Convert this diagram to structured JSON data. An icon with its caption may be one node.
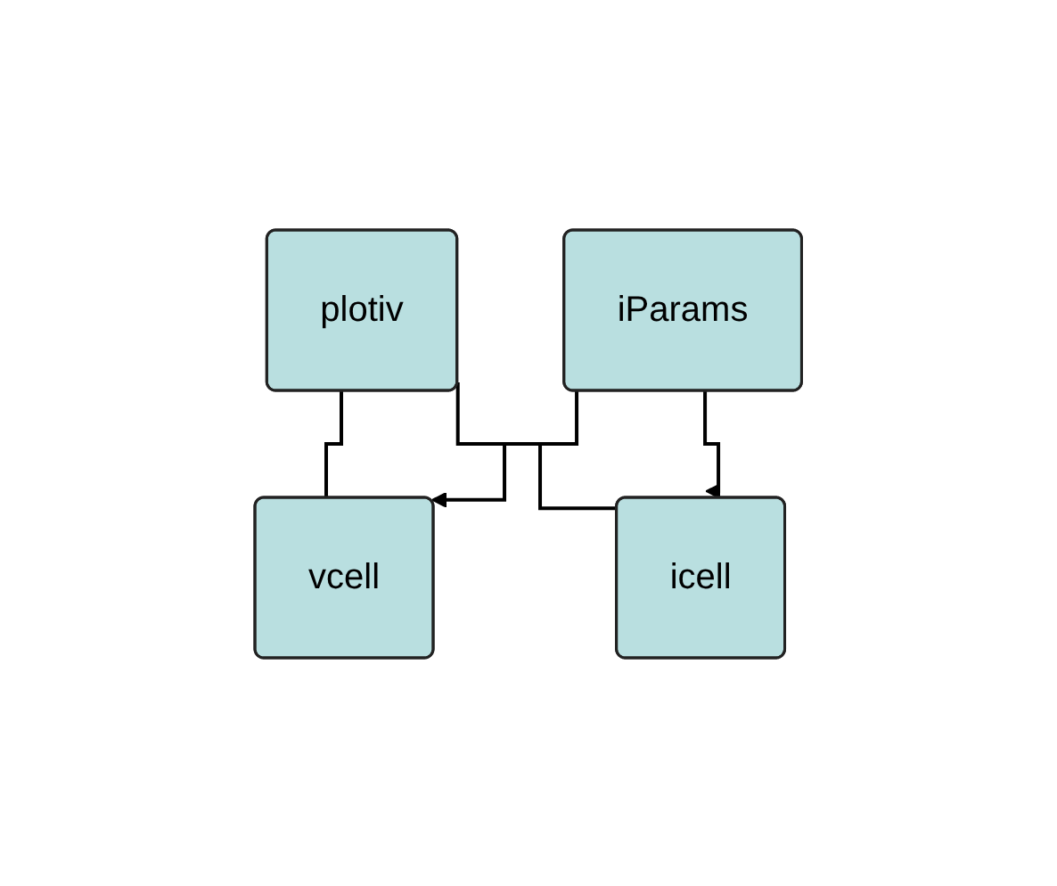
{
  "diagram": {
    "nodes": [
      {
        "text": [
          "plotiv"
        ]
      },
      {
        "text": [
          "vcell"
        ]
      },
      {
        "text": [
          "icell"
        ]
      },
      {
        "text": [
          "iParams"
        ]
      }
    ],
    "edges": [
      {
        "from": 0,
        "to": 1,
        "arrow": "none"
      },
      {
        "from": 0,
        "to": 2,
        "arrow": "none"
      },
      {
        "from": 3,
        "to": 1,
        "arrow": "to"
      },
      {
        "from": 3,
        "to": 2,
        "arrow": "to"
      }
    ]
  }
}
